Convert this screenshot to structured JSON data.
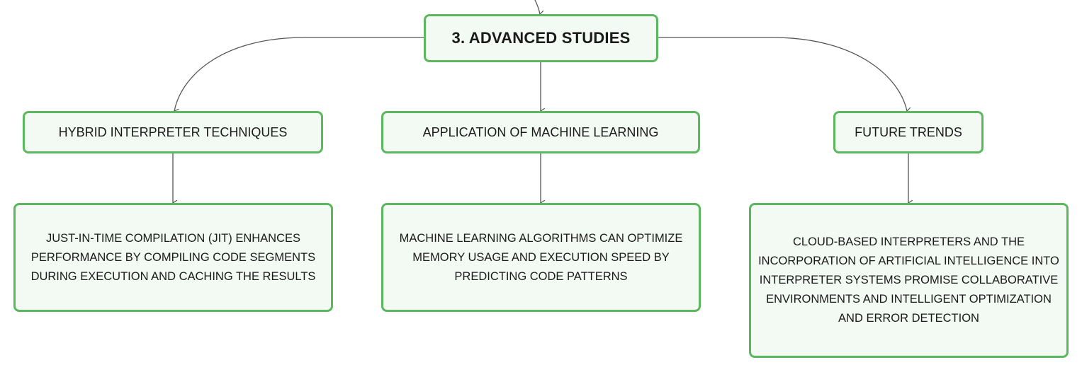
{
  "root": {
    "label": "3. ADVANCED STUDIES"
  },
  "branches": [
    {
      "label": "HYBRID INTERPRETER TECHNIQUES",
      "detail": "JUST-IN-TIME COMPILATION (JIT) ENHANCES PERFORMANCE BY COMPILING CODE SEGMENTS DURING EXECUTION AND CACHING THE RESULTS"
    },
    {
      "label": "APPLICATION OF MACHINE LEARNING",
      "detail": "MACHINE LEARNING ALGORITHMS CAN OPTIMIZE MEMORY USAGE AND EXECUTION SPEED BY PREDICTING CODE PATTERNS"
    },
    {
      "label": "FUTURE TRENDS",
      "detail": "CLOUD-BASED INTERPRETERS AND THE INCORPORATION OF ARTIFICIAL INTELLIGENCE INTO INTERPRETER SYSTEMS PROMISE COLLABORATIVE ENVIRONMENTS AND INTELLIGENT OPTIMIZATION AND ERROR DETECTION"
    }
  ],
  "colors": {
    "node_border": "#5cb85f",
    "node_fill": "#f3faf4",
    "connector": "#555555"
  }
}
